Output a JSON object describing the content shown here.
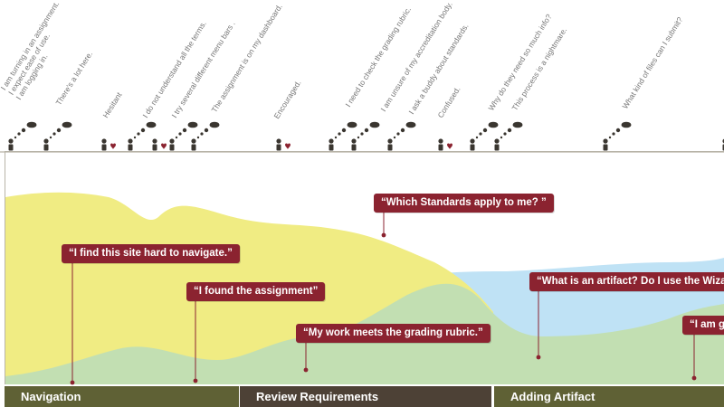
{
  "thoughts": [
    {
      "lines": [
        "I am turning in an assignment.",
        "I expect ease of use.",
        "I am logging in."
      ]
    },
    {
      "lines": [
        "There's a lot here."
      ]
    },
    {
      "lines": [
        "Hesitant"
      ]
    },
    {
      "lines": [
        "I do not understand all the terms."
      ]
    },
    {
      "lines": [
        "I try several different menu bars ."
      ]
    },
    {
      "lines": [
        "The assignment is on my dashboard."
      ]
    },
    {
      "lines": [
        "Encouraged."
      ]
    },
    {
      "lines": [
        "I need to check the grading rubric."
      ]
    },
    {
      "lines": [
        "I am unsure of my accreditation body."
      ]
    },
    {
      "lines": [
        "I ask a buddy about standards."
      ]
    },
    {
      "lines": [
        "Confused."
      ]
    },
    {
      "lines": [
        "Why do they need so much info?"
      ]
    },
    {
      "lines": [
        "This process is a nightmare."
      ]
    },
    {
      "lines": [
        "What kind of files can I submit?"
      ]
    }
  ],
  "quotes": [
    {
      "text": "“I find this site hard to navigate.”"
    },
    {
      "text": "“Which Standards apply to me? ”"
    },
    {
      "text": "“I found the assignment”"
    },
    {
      "text": "“My work meets the grading rubric.”"
    },
    {
      "text": "“What is an artifact?  Do I use the Wizard?”"
    },
    {
      "text": "“I am going"
    }
  ],
  "phases": [
    {
      "label": "Navigation",
      "color": "#5f6135"
    },
    {
      "label": "Review Requirements",
      "color": "#4d4136"
    },
    {
      "label": "Adding Artifact",
      "color": "#5f6135"
    }
  ],
  "colors": {
    "yellow_area": "#f0ec83",
    "green_area": "#c2dfb2",
    "blue_area": "#bfe2f5",
    "callout": "#8b2330",
    "heart": "#8b2330",
    "figure": "#3a3630"
  }
}
